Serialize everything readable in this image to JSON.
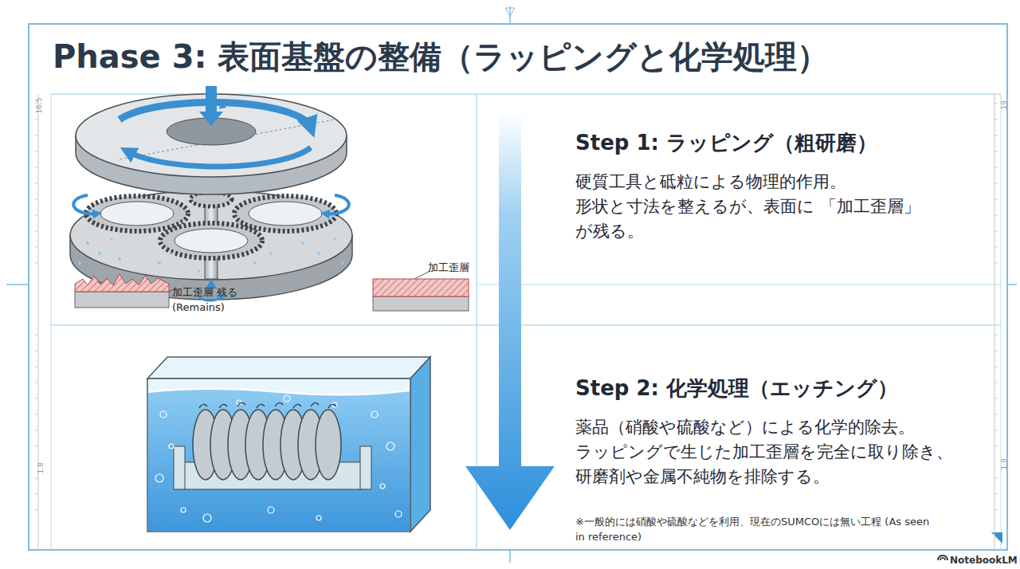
{
  "diagram": {
    "title": "Phase 3: 表面基盤の整備（ラッピングと化学処理）",
    "nodes": [
      {
        "text": [
          "Step 1: ラッピング（粗研磨）",
          "硬質工具と砥粒による物理的作用。 形状と寸法を整えるが、表面に 「加工歪層」が残る。"
        ]
      },
      {
        "text": [
          "Step 2: 化学処理（エッチング）",
          "薬品（硝酸や硫酸など）による化学的除去。 ラッピングで生じた加工歪層を完全に取り除き、 研磨剤や金属不純物を排除する。"
        ]
      }
    ],
    "edges": [
      {
        "from": 0,
        "to": 1,
        "arrow": "to"
      }
    ],
    "labels": [
      "加工歪層 残る(Remains)",
      "加工歪層",
      "※一般的には硝酸や硫酸などを利用、現在のSUMCOには無い工程 (As seen in reference)",
      "16.5",
      "1.8",
      "19",
      "1.9",
      "NotebookLM"
    ]
  }
}
